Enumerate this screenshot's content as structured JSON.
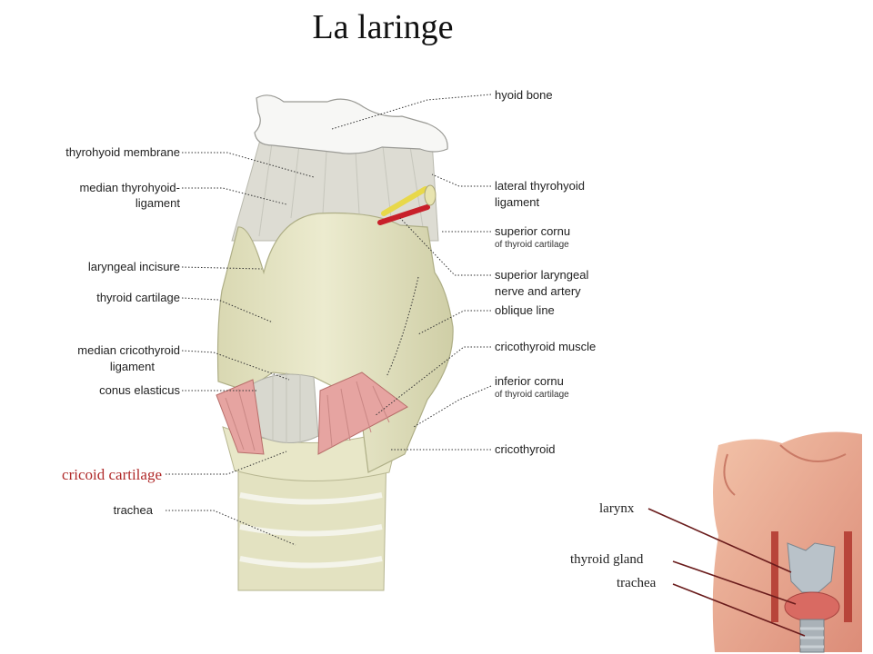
{
  "title": "La laringe",
  "labels_left": {
    "thyrohyoid_membrane": "thyrohyoid membrane",
    "median_thyrohyoid_1": "median thyrohyoid-",
    "median_thyrohyoid_2": "ligament",
    "laryngeal_incisure": "laryngeal incisure",
    "thyroid_cartilage": "thyroid cartilage",
    "median_cricothyroid_1": "median cricothyroid",
    "median_cricothyroid_2": "ligament",
    "conus_elasticus": "conus elasticus",
    "cricoid_cartilage": "cricoid cartilage",
    "trachea": "trachea"
  },
  "labels_right": {
    "hyoid_bone": "hyoid bone",
    "lateral_thyrohyoid_1": "lateral thyrohyoid",
    "lateral_thyrohyoid_2": "ligament",
    "superior_cornu": "superior cornu",
    "superior_cornu_sub": "of thyroid cartilage",
    "superior_laryngeal_1": "superior laryngeal",
    "superior_laryngeal_2": "nerve and artery",
    "oblique_line": "oblique line",
    "cricothyroid_muscle": "cricothyroid muscle",
    "inferior_cornu": "inferior cornu",
    "inferior_cornu_sub": "of thyroid cartilage",
    "cricothyroid": "cricothyroid"
  },
  "inset_labels": {
    "larynx": "larynx",
    "thyroid_gland": "thyroid gland",
    "trachea": "trachea"
  },
  "colors": {
    "cartilage": "#e6e5c4",
    "membrane": "#dcdcd2",
    "muscle": "#e4a2a0",
    "bone": "#f6f6f4",
    "artery": "#c8202a",
    "nerve": "#e8d84a",
    "cricoid_label": "#b02a2a"
  }
}
